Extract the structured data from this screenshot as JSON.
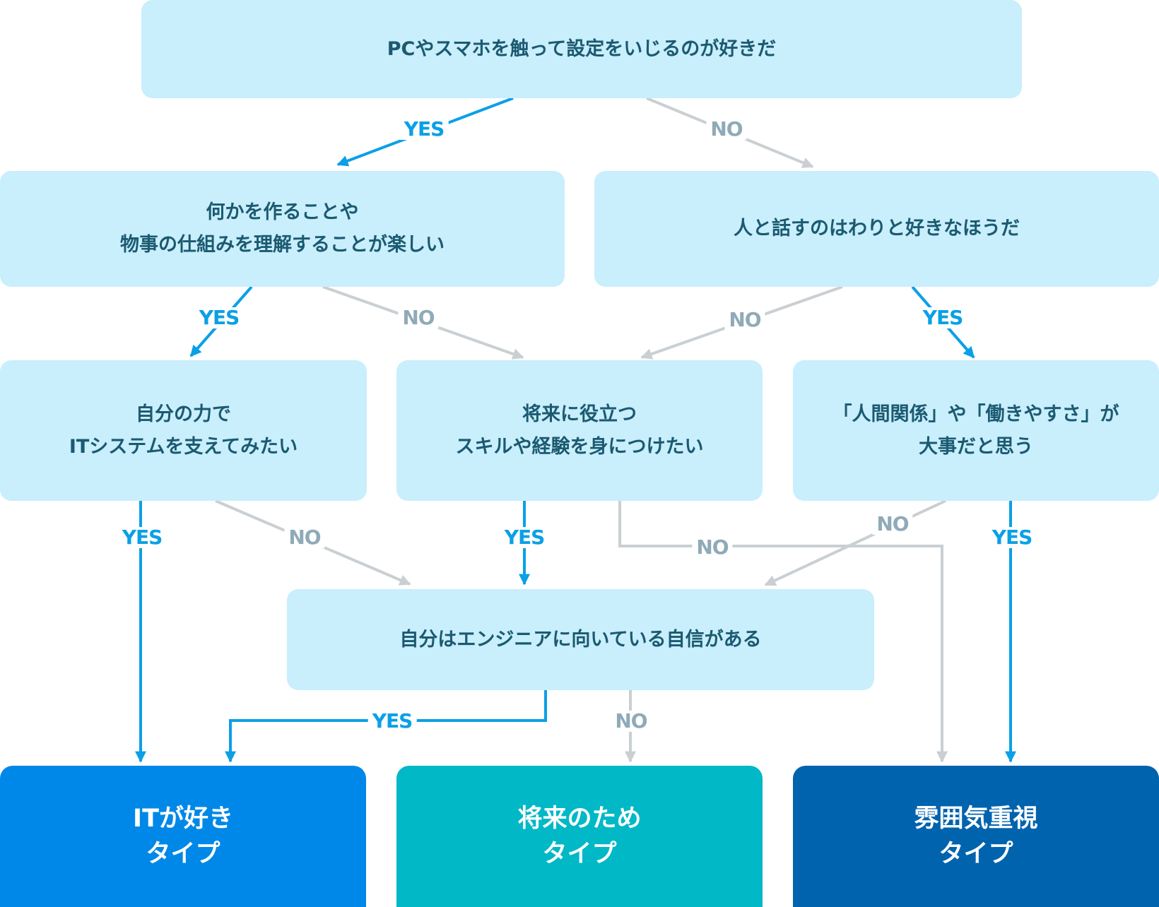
{
  "colors": {
    "node_bg": "#C9EEFC",
    "node_text": "#1B5A70",
    "yes": "#0AA0E6",
    "no_line": "#C9CFD2",
    "no_text": "#8FAAB8",
    "result_it": "#0088E8",
    "result_future": "#00B8C6",
    "result_mood": "#0063AE"
  },
  "questions": {
    "q1": [
      "PCやスマホを触って設定をいじるのが好きだ"
    ],
    "q2": [
      "何かを作ることや",
      "物事の仕組みを理解することが楽しい"
    ],
    "q3": [
      "人と話すのはわりと好きなほうだ"
    ],
    "q4": [
      "自分の力で",
      "ITシステムを支えてみたい"
    ],
    "q5": [
      "将来に役立つ",
      "スキルや経験を身につけたい"
    ],
    "q6": [
      "「人間関係」や「働きやすさ」が",
      "大事だと思う"
    ],
    "q7": [
      "自分はエンジニアに向いている自信がある"
    ]
  },
  "results": {
    "it": [
      "ITが好き",
      "タイプ"
    ],
    "future": [
      "将来のため",
      "タイプ"
    ],
    "mood": [
      "雰囲気重視",
      "タイプ"
    ]
  },
  "labels": {
    "yes": "YES",
    "no": "NO"
  },
  "edges": [
    {
      "from": "q1",
      "to": "q2",
      "answer": "yes"
    },
    {
      "from": "q1",
      "to": "q3",
      "answer": "no"
    },
    {
      "from": "q2",
      "to": "q4",
      "answer": "yes"
    },
    {
      "from": "q2",
      "to": "q5",
      "answer": "no"
    },
    {
      "from": "q3",
      "to": "q5",
      "answer": "no"
    },
    {
      "from": "q3",
      "to": "q6",
      "answer": "yes"
    },
    {
      "from": "q4",
      "to": "result-it",
      "answer": "yes"
    },
    {
      "from": "q4",
      "to": "q7",
      "answer": "no"
    },
    {
      "from": "q5",
      "to": "q7",
      "answer": "yes"
    },
    {
      "from": "q5",
      "to": "result-mood",
      "answer": "no"
    },
    {
      "from": "q6",
      "to": "q7",
      "answer": "no"
    },
    {
      "from": "q6",
      "to": "result-mood",
      "answer": "yes"
    },
    {
      "from": "q7",
      "to": "result-it",
      "answer": "yes"
    },
    {
      "from": "q7",
      "to": "result-future",
      "answer": "no"
    }
  ]
}
